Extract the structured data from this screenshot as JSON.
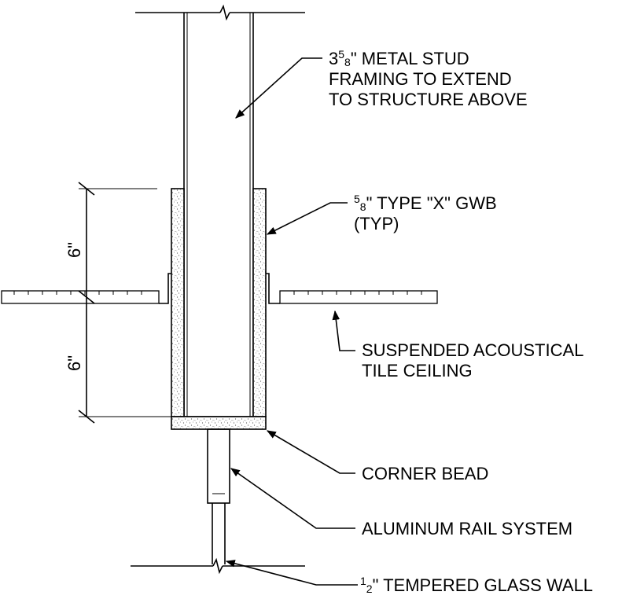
{
  "labels": {
    "stud": {
      "line1_whole": "3",
      "line1_num": "5",
      "line1_den": "8",
      "line1_rest": "\" METAL STUD",
      "line2": "FRAMING TO EXTEND",
      "line3": "TO STRUCTURE ABOVE"
    },
    "gwb": {
      "line1_num": "5",
      "line1_den": "8",
      "line1_rest": "\" TYPE \"X\" GWB",
      "line2": "(TYP)"
    },
    "ceiling": {
      "line1": "SUSPENDED ACOUSTICAL",
      "line2": "TILE CEILING"
    },
    "corner_bead": "CORNER BEAD",
    "rail": "ALUMINUM RAIL SYSTEM",
    "glass": {
      "num": "1",
      "den": "2",
      "rest": "\" TEMPERED GLASS WALL"
    }
  },
  "dimensions": {
    "upper": "6\"",
    "lower": "6\""
  }
}
